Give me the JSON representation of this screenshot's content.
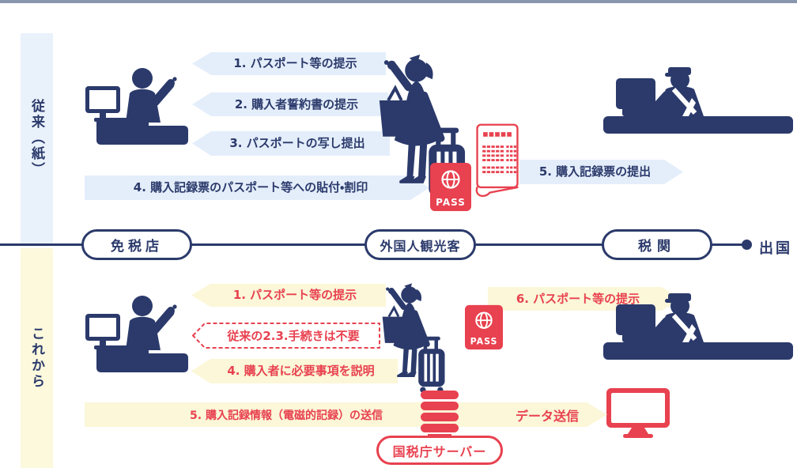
{
  "colors": {
    "navy": "#2b3a6b",
    "red": "#e8414f",
    "bubble_blue": "#e4eefb",
    "strip_blue": "#e9f1fb",
    "bubble_yellow": "#fbf7d8",
    "strip_yellow": "#fcf9dd",
    "top_bar": "#8a96ae"
  },
  "lanes": {
    "traditional": "従来（紙）",
    "upcoming": "これから"
  },
  "timeline": {
    "station1": "免税店",
    "station2": "外国人観光客",
    "station3": "税関",
    "endpoint": "出国"
  },
  "traditional": {
    "step1": "1. パスポート等の提示",
    "step2": "2. 購入者誓約書の提示",
    "step3": "3. パスポートの写し提出",
    "step4": "4. 購入記録票のパスポート等への貼付・割印",
    "step5": "5. 購入記録票の提出"
  },
  "upcoming": {
    "step1": "1. パスポート等の提示",
    "skip": "従来の2.3.手続きは不要",
    "step4": "4. 購入者に必要事項を説明",
    "step5": "5. 購入記録情報（電磁的記録）の送信",
    "step6": "6. パスポート等の提示",
    "data_send": "データ送信",
    "server": "国税庁サーバー"
  },
  "passport_label": "PASS",
  "icons": {
    "clerk": "tax-free-shop-clerk",
    "tourist": "foreign-tourist-with-suitcase",
    "officer": "customs-officer-at-desk",
    "passport": "red-passport",
    "record_slip": "purchase-record-slip",
    "server": "database-server",
    "monitor": "computer-monitor"
  }
}
